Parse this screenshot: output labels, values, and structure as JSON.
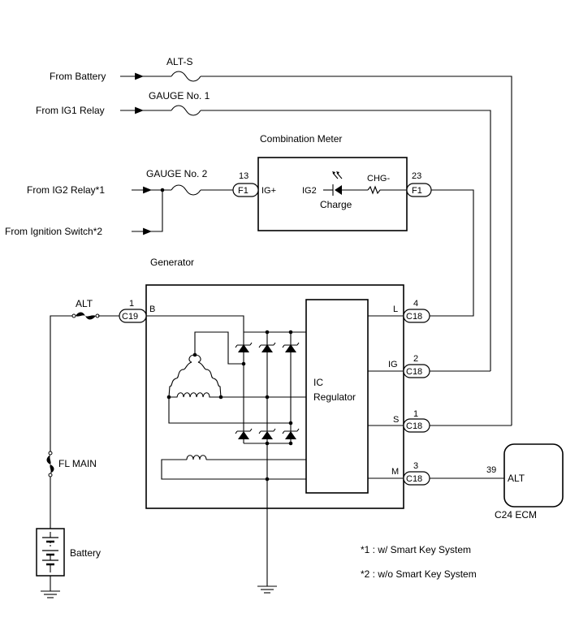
{
  "sources": {
    "battery": "From Battery",
    "ig1": "From IG1 Relay",
    "ig2": "From IG2 Relay*1",
    "ignition": "From Ignition Switch*2"
  },
  "fuses": {
    "alt_s": "ALT-S",
    "gauge1": "GAUGE No. 1",
    "gauge2": "GAUGE No. 2",
    "alt": "ALT",
    "fl_main": "FL MAIN"
  },
  "combination_meter": {
    "title": "Combination Meter",
    "pin_left_num": "13",
    "pin_left_conn": "F1",
    "pin_left_label": "IG+",
    "ig2_label": "IG2",
    "charge_label": "Charge",
    "chg_label": "CHG-",
    "pin_right_num": "23",
    "pin_right_conn": "F1"
  },
  "generator": {
    "title": "Generator",
    "b_num": "1",
    "b_conn": "C19",
    "b_label": "B",
    "regulator_line1": "IC",
    "regulator_line2": "Regulator",
    "pins": [
      {
        "num": "4",
        "label": "L",
        "conn": "C18"
      },
      {
        "num": "2",
        "label": "IG",
        "conn": "C18"
      },
      {
        "num": "1",
        "label": "S",
        "conn": "C18"
      },
      {
        "num": "3",
        "label": "M",
        "conn": "C18"
      }
    ]
  },
  "ecm": {
    "pin_num": "39",
    "pin_label": "ALT",
    "name": "C24  ECM"
  },
  "battery_label": "Battery",
  "notes": [
    "*1 : w/ Smart Key System",
    "*2 : w/o Smart Key System"
  ]
}
